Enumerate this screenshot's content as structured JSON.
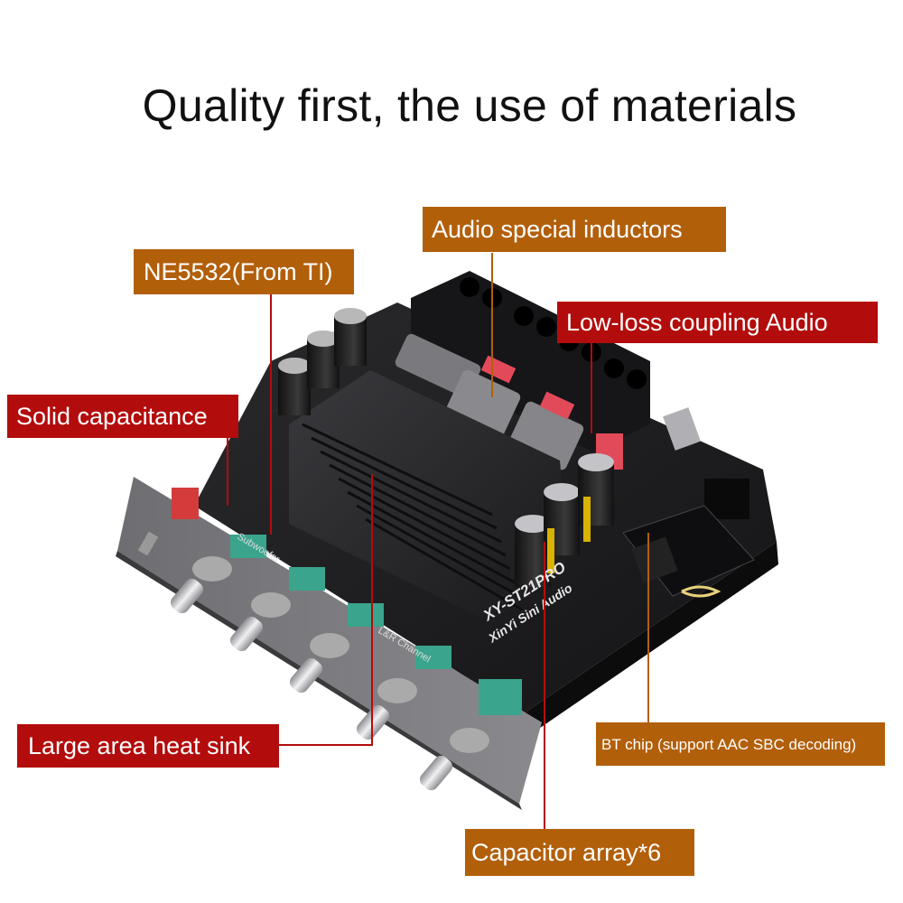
{
  "title": "Quality first, the use of materials",
  "labels": {
    "inductors": "Audio special inductors",
    "ne5532": "NE5532(From TI)",
    "coupling": "Low-loss coupling Audio",
    "solid_cap": "Solid capacitance",
    "heat_sink": "Large area heat sink",
    "bt_chip": "BT chip (support AAC SBC decoding)",
    "cap_array": "Capacitor array*6"
  },
  "board_text": {
    "model": "XY-ST21PRO",
    "brand": "XinYi Sini Audio",
    "subwoofer": "Subwoofer",
    "lr_channel": "L&R Channel"
  },
  "colors": {
    "label_brown": "#b25f0a",
    "label_red": "#b30c0c",
    "board": "#1b1b1d",
    "heatsink": "#2b2b2e",
    "knob": "#c8c8cc"
  }
}
